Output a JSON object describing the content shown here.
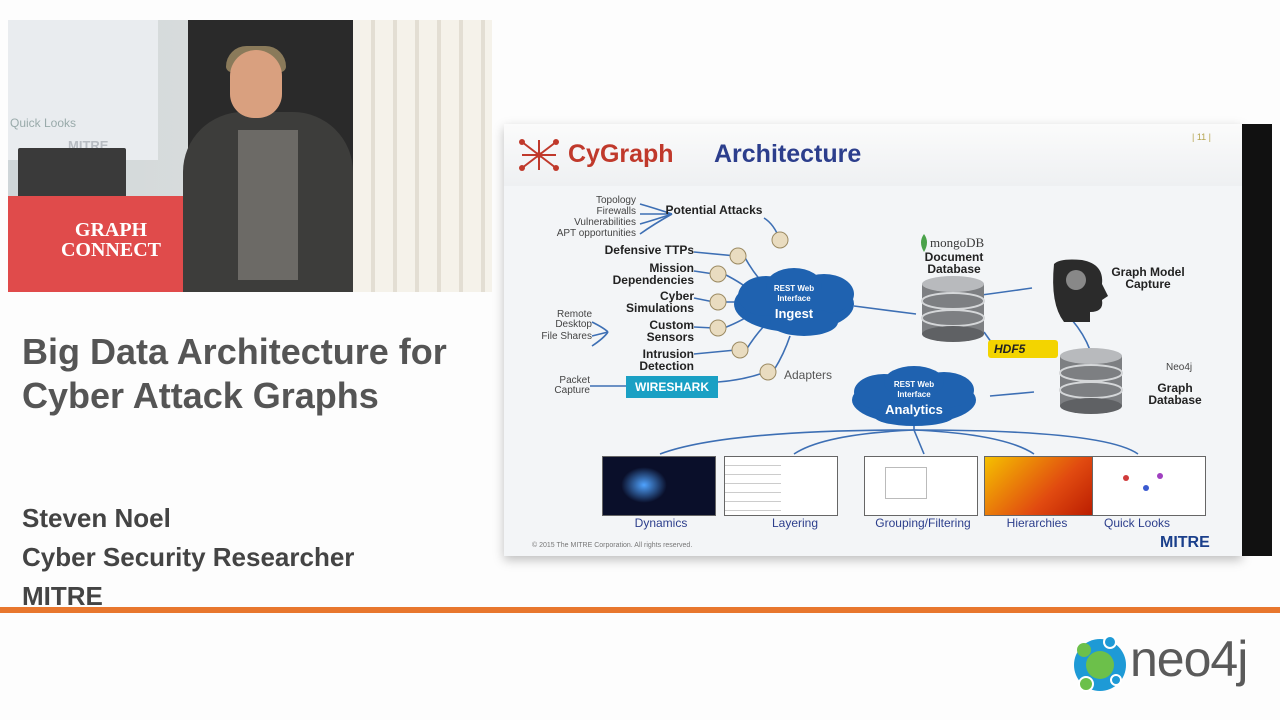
{
  "video": {
    "podium_text": "GRAPH CONNECT",
    "mini_slide_text": "Quick Looks",
    "mini_mitre": "MITRE"
  },
  "talk": {
    "title": "Big Data Architecture for Cyber Attack Graphs",
    "speaker_name": "Steven Noel",
    "speaker_role": "Cyber Security Researcher",
    "speaker_org": "MITRE"
  },
  "brand": {
    "name": "neo4j",
    "accent": "#e8772e"
  },
  "slide": {
    "title_prefix": "CyGraph",
    "title_main": "Architecture",
    "page_number": "| 11 |",
    "sources": {
      "potential_attacks": "Potential Attacks",
      "topology": "Topology",
      "firewalls": "Firewalls",
      "vulnerabilities": "Vulnerabilities",
      "apt": "APT opportunities",
      "defensive_ttps": "Defensive TTPs",
      "mission_dependencies": "Mission Dependencies",
      "cyber_simulations": "Cyber Simulations",
      "custom_sensors": "Custom Sensors",
      "remote_desktop": "Remote Desktop",
      "file_shares": "File Shares",
      "intrusion_detection": "Intrusion Detection",
      "packet_capture": "Packet Capture",
      "wireshark": "WIRESHARK",
      "adapters": "Adapters"
    },
    "ingest_cloud": {
      "line1": "REST Web",
      "line2": "Interface",
      "name": "Ingest"
    },
    "analytics_cloud": {
      "line1": "REST Web",
      "line2": "Interface",
      "name": "Analytics"
    },
    "mongodb": "mongoDB",
    "document_db": "Document Database",
    "graph_model": "Graph Model Capture",
    "hdf5": "HDF5",
    "neo4j_small": "Neo4j",
    "graph_db": "Graph Database",
    "thumbnails": [
      "Dynamics",
      "Layering",
      "Grouping/Filtering",
      "Hierarchies",
      "Quick Looks"
    ],
    "copyright": "© 2015 The MITRE Corporation. All rights reserved.",
    "mitre": "MITRE"
  }
}
